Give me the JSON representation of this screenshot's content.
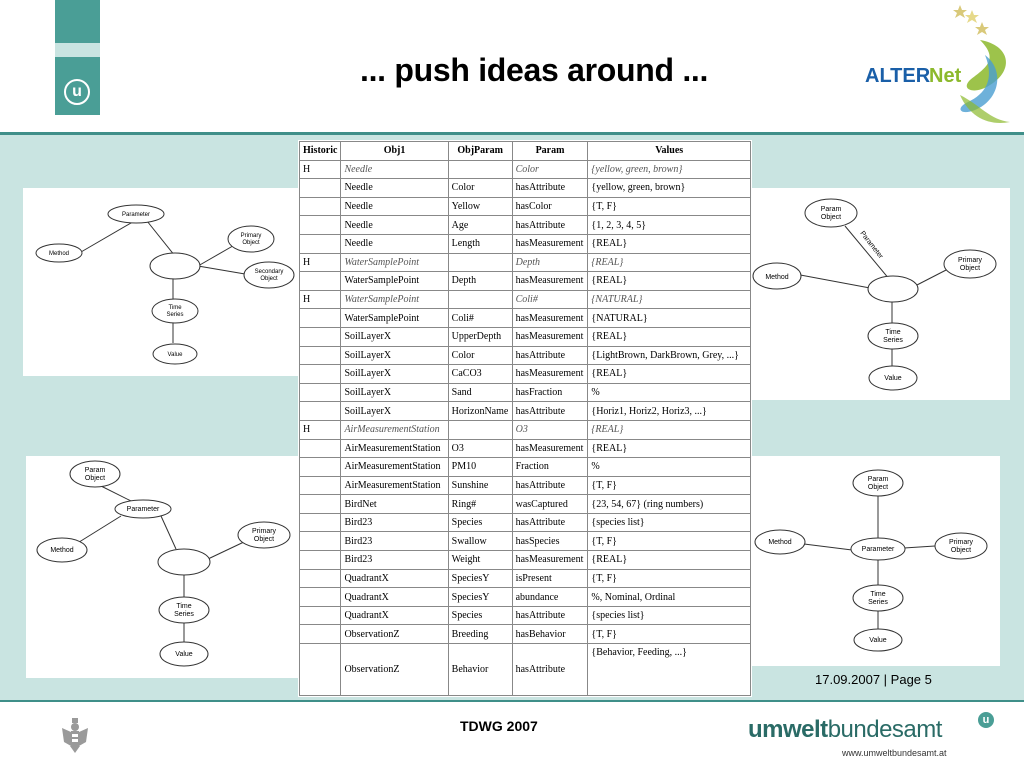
{
  "header": {
    "title": "... push ideas around ...",
    "logo_letter": "u",
    "partner_logo": {
      "alter": "ALTER",
      "net": "Net"
    }
  },
  "colors": {
    "teal": "#4a9e96",
    "band": "#c9e4e1",
    "rule": "#3f8f89",
    "alternet_blue": "#1a5fa8",
    "alternet_green": "#8cb92c"
  },
  "diagrams": {
    "top_left": {
      "parameter": "Parameter",
      "primary": [
        "Primary",
        "Object"
      ],
      "method": "Method",
      "secondary": [
        "Secondary",
        "Object"
      ],
      "time": [
        "Time",
        "Series"
      ],
      "value": "Value"
    },
    "top_right": {
      "param": [
        "Param",
        "Object"
      ],
      "parameter": "Parameter",
      "primary": [
        "Primary",
        "Object"
      ],
      "method": "Method",
      "time": [
        "Time",
        "Series"
      ],
      "value": "Value"
    },
    "bottom_left": {
      "param": [
        "Param",
        "Object"
      ],
      "parameter": "Parameter",
      "primary": [
        "Primary",
        "Object"
      ],
      "method": "Method",
      "time": [
        "Time",
        "Series"
      ],
      "value": "Value"
    },
    "bottom_right": {
      "param": [
        "Param",
        "Object"
      ],
      "method": "Method",
      "parameter": "Parameter",
      "primary": [
        "Primary",
        "Object"
      ],
      "time": [
        "Time",
        "Series"
      ],
      "value": "Value"
    }
  },
  "table": {
    "headers": [
      "Historic",
      "Obj1",
      "ObjParam",
      "Param",
      "Values"
    ],
    "rows": [
      {
        "hist": true,
        "cells": [
          "H",
          "Needle",
          "",
          "Color",
          "{yellow, green, brown}"
        ]
      },
      {
        "hist": false,
        "cells": [
          "",
          "Needle",
          "Color",
          "hasAttribute",
          "{yellow, green, brown}"
        ]
      },
      {
        "hist": false,
        "cells": [
          "",
          "Needle",
          "Yellow",
          "hasColor",
          "{T, F}"
        ]
      },
      {
        "hist": false,
        "cells": [
          "",
          "Needle",
          "Age",
          "hasAttribute",
          "{1, 2, 3, 4, 5}"
        ]
      },
      {
        "hist": false,
        "cells": [
          "",
          "Needle",
          "Length",
          "hasMeasurement",
          "{REAL}"
        ]
      },
      {
        "hist": true,
        "cells": [
          "H",
          "WaterSamplePoint",
          "",
          "Depth",
          "{REAL}"
        ]
      },
      {
        "hist": false,
        "cells": [
          "",
          "WaterSamplePoint",
          "Depth",
          "hasMeasurement",
          "{REAL}"
        ]
      },
      {
        "hist": true,
        "cells": [
          "H",
          "WaterSamplePoint",
          "",
          "Coli#",
          "{NATURAL}"
        ]
      },
      {
        "hist": false,
        "cells": [
          "",
          "WaterSamplePoint",
          "Coli#",
          "hasMeasurement",
          "{NATURAL}"
        ]
      },
      {
        "hist": false,
        "cells": [
          "",
          "SoilLayerX",
          "UpperDepth",
          "hasMeasurement",
          "{REAL}"
        ]
      },
      {
        "hist": false,
        "cells": [
          "",
          "SoilLayerX",
          "Color",
          "hasAttribute",
          "{LightBrown, DarkBrown, Grey, ...}"
        ]
      },
      {
        "hist": false,
        "cells": [
          "",
          "SoilLayerX",
          "CaCO3",
          "hasMeasurement",
          "{REAL}"
        ]
      },
      {
        "hist": false,
        "cells": [
          "",
          "SoilLayerX",
          "Sand",
          "hasFraction",
          "%"
        ]
      },
      {
        "hist": false,
        "cells": [
          "",
          "SoilLayerX",
          "HorizonName",
          "hasAttribute",
          "{Horiz1, Horiz2, Horiz3, ...}"
        ]
      },
      {
        "hist": true,
        "cells": [
          "H",
          "AirMeasurementStation",
          "",
          "O3",
          "{REAL}"
        ]
      },
      {
        "hist": false,
        "cells": [
          "",
          "AirMeasurementStation",
          "O3",
          "hasMeasurement",
          "{REAL}"
        ]
      },
      {
        "hist": false,
        "cells": [
          "",
          "AirMeasurementStation",
          "PM10",
          "Fraction",
          "%"
        ]
      },
      {
        "hist": false,
        "cells": [
          "",
          "AirMeasurementStation",
          "Sunshine",
          "hasAttribute",
          "{T, F}"
        ]
      },
      {
        "hist": false,
        "cells": [
          "",
          "BirdNet",
          "Ring#",
          "wasCaptured",
          "{23, 54, 67} (ring numbers)"
        ]
      },
      {
        "hist": false,
        "cells": [
          "",
          "Bird23",
          "Species",
          "hasAttribute",
          "{species list}"
        ]
      },
      {
        "hist": false,
        "cells": [
          "",
          "Bird23",
          "Swallow",
          "hasSpecies",
          "{T, F}"
        ]
      },
      {
        "hist": false,
        "cells": [
          "",
          "Bird23",
          "Weight",
          "hasMeasurement",
          "{REAL}"
        ]
      },
      {
        "hist": false,
        "cells": [
          "",
          "QuadrantX",
          "SpeciesY",
          "isPresent",
          "{T, F}"
        ]
      },
      {
        "hist": false,
        "cells": [
          "",
          "QuadrantX",
          "SpeciesY",
          "abundance",
          "%, Nominal, Ordinal"
        ]
      },
      {
        "hist": false,
        "cells": [
          "",
          "QuadrantX",
          "Species",
          "hasAttribute",
          "{species list}"
        ]
      },
      {
        "hist": false,
        "cells": [
          "",
          "ObservationZ",
          "Breeding",
          "hasBehavior",
          "{T, F}"
        ]
      },
      {
        "hist": false,
        "tall": true,
        "cells": [
          "",
          "ObservationZ",
          "Behavior",
          "hasAttribute",
          "{Behavior, Feeding, ...}"
        ]
      }
    ]
  },
  "footer": {
    "page": "17.09.2007 | Page 5",
    "title": "TDWG 2007",
    "brand_bold": "umwelt",
    "brand_rest": "bundesamt",
    "brand_u": "u",
    "url": "www.umweltbundesamt.at"
  }
}
